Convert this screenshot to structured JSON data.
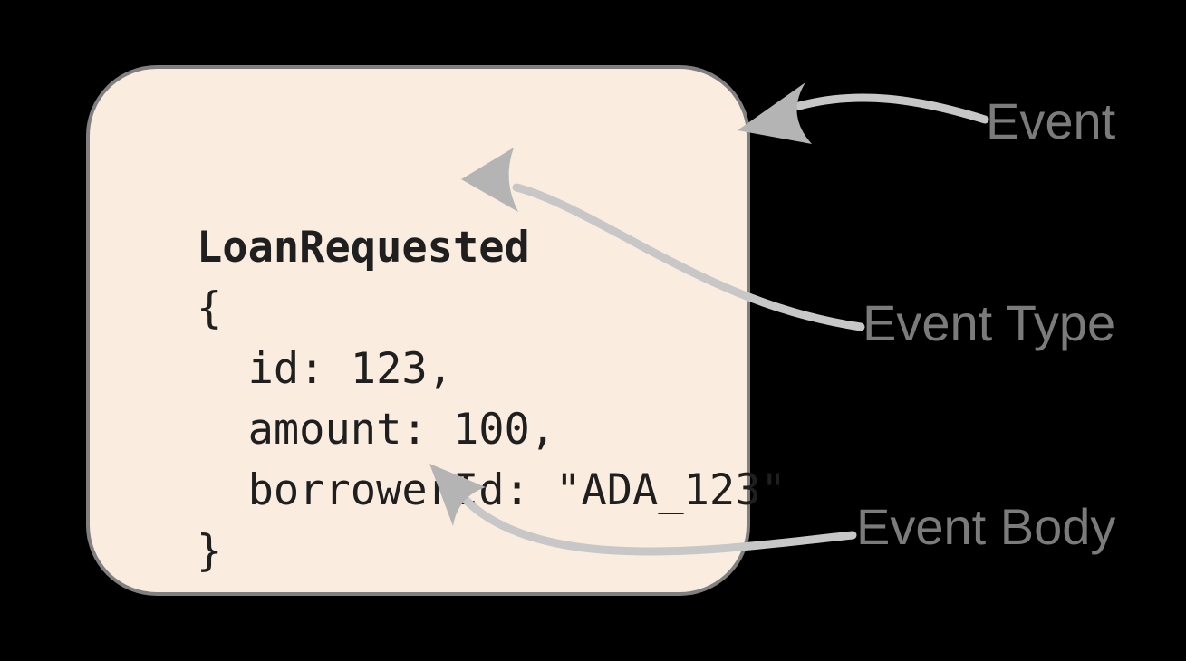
{
  "event_card": {
    "event_type": "LoanRequested",
    "body_lines": [
      "{",
      "  id: 123,",
      "  amount: 100,",
      "  borrowerId: \"ADA_123\"",
      "}"
    ]
  },
  "annotations": {
    "labels": [
      {
        "text": "Event"
      },
      {
        "text": "Event Type"
      },
      {
        "text": "Event Body"
      }
    ]
  },
  "colors": {
    "bg": "#000000",
    "card_fill": "#FAEDDF",
    "card_border": "#808080",
    "code_text": "#1F1F1F",
    "arrow_line": "#C7C7C7",
    "arrow_head": "#B4B4B4",
    "label_text": "#7B7B7B"
  }
}
